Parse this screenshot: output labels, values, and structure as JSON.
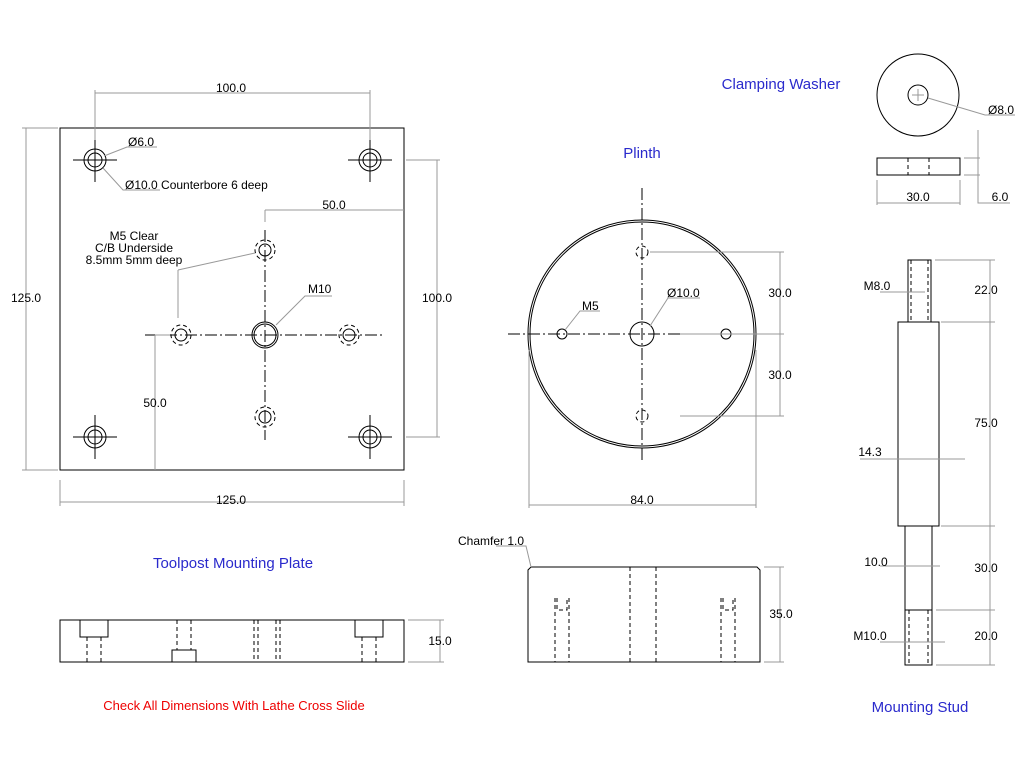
{
  "plate": {
    "title": "Toolpost Mounting Plate",
    "dim_top": "100.0",
    "dim_left": "125.0",
    "dim_right": "100.0",
    "dim_bottom": "125.0",
    "dim_50_h": "50.0",
    "dim_50_v": "50.0",
    "dia6": "Ø6.0",
    "cbore": "Ø10.0 Counterbore 6 deep",
    "m5_note": [
      "M5 Clear",
      "C/B Underside",
      "8.5mm 5mm deep"
    ],
    "m10": "M10",
    "side_dim": "15.0"
  },
  "note": "Check All Dimensions With Lathe Cross Slide",
  "plinth": {
    "title": "Plinth",
    "dia10": "Ø10.0",
    "m5": "M5",
    "dim_30a": "30.0",
    "dim_30b": "30.0",
    "dim_84": "84.0",
    "chamfer": "Chamfer 1.0",
    "dim_35": "35.0"
  },
  "washer": {
    "title": "Clamping Washer",
    "dia8": "Ø8.0",
    "dim_30": "30.0",
    "dim_6": "6.0"
  },
  "stud": {
    "title": "Mounting Stud",
    "m8": "M8.0",
    "d22": "22.0",
    "d143": "14.3",
    "d75": "75.0",
    "d10": "10.0",
    "d30": "30.0",
    "m10": "M10.0",
    "d20": "20.0"
  },
  "colors": {
    "title": "#2a2acc",
    "note": "#ee0000"
  }
}
